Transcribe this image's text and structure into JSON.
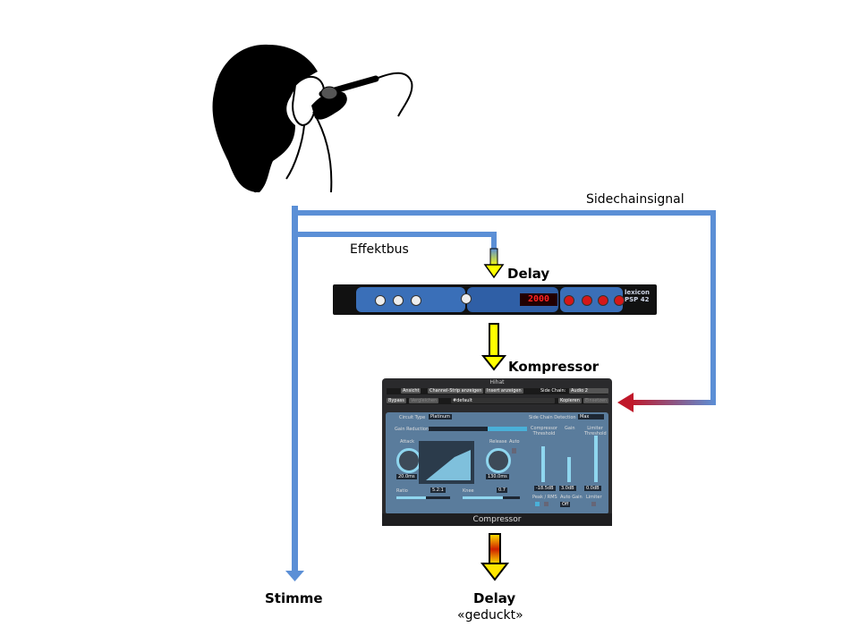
{
  "labels": {
    "sidechain": "Sidechainsignal",
    "effektbus": "Effektbus",
    "delay": "Delay",
    "kompressor": "Kompressor",
    "stimme": "Stimme",
    "delay_out": "Delay",
    "delay_out_sub": "«geduckt»"
  },
  "delay_unit": {
    "display": "2000",
    "brand": "lexicon",
    "model": "PSP 42"
  },
  "compressor": {
    "window_title": "Hihat",
    "menu": [
      "Ansicht",
      "Channel-Strip anzeigen",
      "Insert anzeigen"
    ],
    "side_chain_label": "Side Chain:",
    "side_chain_value": "Audio 2",
    "bypass": "Bypass",
    "compare": "Vergleichen",
    "preset": "#default",
    "copy": "Kopieren",
    "paste": "Einsetzen",
    "circuit_type_label": "Circuit Type",
    "circuit_type": "Platinum",
    "detection_label": "Side Chain Detection",
    "detection": "Max",
    "gain_reduction": "Gain Reduction",
    "attack_label": "Attack",
    "attack": "20.0ms",
    "release_label": "Release",
    "release": "130.0ms",
    "auto_label": "Auto",
    "ratio_label": "Ratio",
    "ratio": "5.2:1",
    "knee_label": "Knee",
    "knee": "0.7",
    "threshold_label": "Compressor Threshold",
    "threshold": "-18.5dB",
    "gain_label": "Gain",
    "gain": "3.0dB",
    "limiter_label": "Limiter Threshold",
    "limiter": "0.0dB",
    "peak_rms": "Peak / RMS",
    "auto_gain_label": "Auto Gain",
    "auto_gain": "Off",
    "limiter_toggle": "Limiter",
    "plugin_name": "Compressor"
  },
  "colors": {
    "signal_line": "#5b8fd6",
    "sidechain_arrow": "#c0182a",
    "delay_arrow": "#ffff00",
    "ducked_arrow_top": "#ffee00",
    "ducked_arrow_mid": "#d02000"
  }
}
